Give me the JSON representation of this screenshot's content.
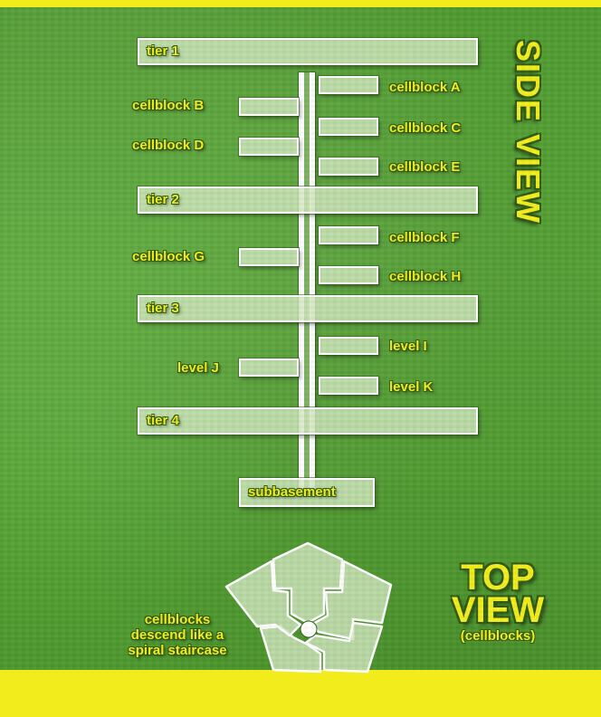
{
  "side_view": {
    "title": "SIDE VIEW",
    "tiers": [
      {
        "label": "tier 1"
      },
      {
        "label": "tier 2"
      },
      {
        "label": "tier 3"
      },
      {
        "label": "tier 4"
      }
    ],
    "cellblocks": [
      {
        "label": "cellblock A",
        "side": "right"
      },
      {
        "label": "cellblock B",
        "side": "left"
      },
      {
        "label": "cellblock C",
        "side": "right"
      },
      {
        "label": "cellblock D",
        "side": "left"
      },
      {
        "label": "cellblock E",
        "side": "right"
      },
      {
        "label": "cellblock F",
        "side": "right"
      },
      {
        "label": "cellblock G",
        "side": "left"
      },
      {
        "label": "cellblock H",
        "side": "right"
      },
      {
        "label": "level I",
        "side": "right"
      },
      {
        "label": "level J",
        "side": "left"
      },
      {
        "label": "level K",
        "side": "right"
      }
    ],
    "base": {
      "label": "subbasement"
    }
  },
  "top_view": {
    "title_line1": "TOP",
    "title_line2": "VIEW",
    "subtitle": "(cellblocks)",
    "caption_line1": "cellblocks",
    "caption_line2": "descend like a",
    "caption_line3": "spiral staircase"
  },
  "colors": {
    "background_green": "#56a534",
    "frame_yellow": "#f2ec1c",
    "label_yellow": "#f4ee1c",
    "box_fill": "#d2e8be",
    "outline": "#ffffff"
  }
}
